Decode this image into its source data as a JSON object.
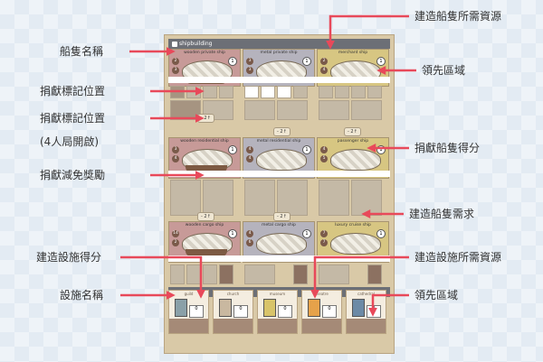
{
  "board": {
    "shipbuilding_title": "shipbuilding",
    "construction_title": "cons",
    "ships": [
      {
        "name": "wooden private ship",
        "cost": [
          "2",
          "3"
        ],
        "score": "1"
      },
      {
        "name": "metal private ship",
        "cost": [
          "3",
          "3"
        ],
        "score": "1"
      },
      {
        "name": "merchant ship",
        "cost": [
          "2",
          "4"
        ],
        "score": "1"
      },
      {
        "name": "wooden residential ship",
        "cost": [
          "3",
          "4"
        ],
        "score": "1"
      },
      {
        "name": "metal residential ship",
        "cost": [
          "4",
          "4"
        ],
        "score": "1"
      },
      {
        "name": "passenger ship",
        "cost": [
          "4",
          "5"
        ],
        "score": "1"
      },
      {
        "name": "wooden cargo ship",
        "cost": [
          "14",
          "2"
        ],
        "score": "1"
      },
      {
        "name": "metal cargo ship",
        "cost": [
          "4",
          "6"
        ],
        "score": "1"
      },
      {
        "name": "luxury cruise ship",
        "cost": [
          "7",
          "7"
        ],
        "score": "1"
      }
    ],
    "donation_badges": [
      "- 2↑",
      "- 2↑",
      "- 2↑",
      "- 2↑",
      "- 2↑"
    ],
    "facilities": [
      {
        "name": "guild",
        "score": "0"
      },
      {
        "name": "church",
        "score": "0"
      },
      {
        "name": "museum",
        "score": "0"
      },
      {
        "name": "theatre",
        "score": "0"
      },
      {
        "name": "cathedral",
        "score": "0"
      }
    ]
  },
  "labels": {
    "ship_name": "船隻名稱",
    "donation_marker_position": "捐獻標記位置",
    "donation_marker_position_4p": "捐獻標記位置",
    "four_player_open": "(4人局開啟)",
    "donation_reduction_reward": "捐獻減免獎勵",
    "build_facility_score": "建造設施得分",
    "facility_name": "設施名稱",
    "ship_resources": "建造船隻所需資源",
    "leading_area_1": "領先區域",
    "donate_ship_score": "捐獻船隻得分",
    "ship_requirement": "建造船隻需求",
    "facility_resources": "建造設施所需資源",
    "leading_area_2": "領先區域"
  },
  "colors": {
    "arrow": "#e8495a",
    "wood_card": "#c79a98",
    "metal_card": "#b5b3bd",
    "passenger_card": "#d7c682",
    "board": "#d9c9a7"
  }
}
